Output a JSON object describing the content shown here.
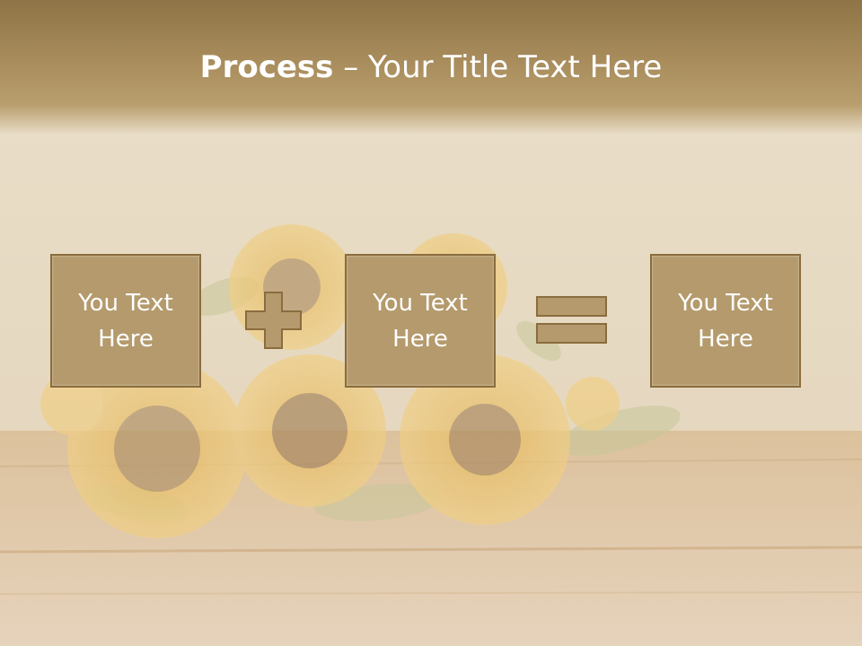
{
  "slide": {
    "title_bold": "Process",
    "title_dash": " – ",
    "title_rest": "Your Title Text Here"
  },
  "process": {
    "boxes": [
      {
        "line1": "You Text",
        "line2": "Here"
      },
      {
        "line1": "You Text",
        "line2": "Here"
      },
      {
        "line1": "You Text",
        "line2": "Here"
      }
    ],
    "operators": [
      "plus-icon",
      "equals-icon"
    ]
  },
  "colors": {
    "box_fill": "#b49a6c",
    "box_border": "#8a6c3e",
    "title_band": "#a88c5c",
    "text": "#ffffff"
  }
}
